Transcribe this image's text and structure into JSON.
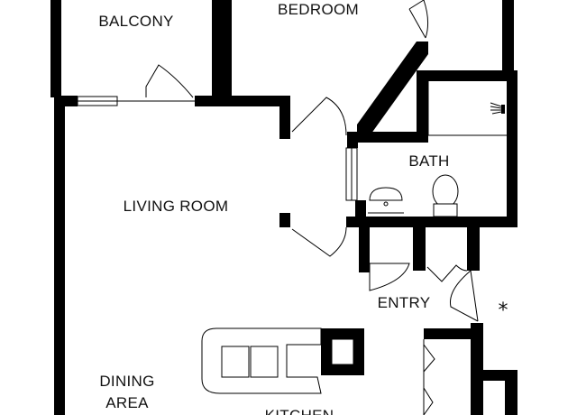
{
  "rooms": {
    "balcony": "BALCONY",
    "bedroom": "BEDROOM",
    "bath": "BATH",
    "living_room": "LIVING ROOM",
    "entry": "ENTRY",
    "dining_line1": "DINING",
    "dining_line2": "AREA",
    "kitchen": "KITCHEN"
  },
  "markers": {
    "entry_mark": "*"
  },
  "colors": {
    "wall": "#000000",
    "background": "#ffffff"
  }
}
